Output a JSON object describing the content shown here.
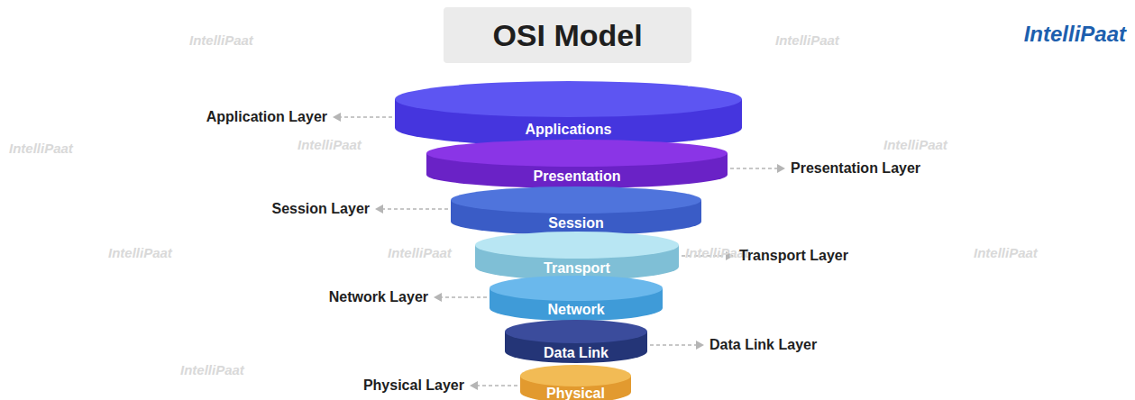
{
  "diagram": {
    "title": "OSI Model",
    "nodes": [
      {
        "text": [
          "Applications",
          "Application Layer"
        ]
      },
      {
        "text": [
          "Presentation",
          "Presentation Layer"
        ]
      },
      {
        "text": [
          "Session",
          "Session Layer"
        ]
      },
      {
        "text": [
          "Transport",
          "Transport Layer"
        ]
      },
      {
        "text": [
          "Network",
          "Network Layer"
        ]
      },
      {
        "text": [
          "Data Link",
          "Data Link Layer"
        ]
      },
      {
        "text": [
          "Physical",
          "Physical Layer"
        ]
      }
    ],
    "labels": [
      "IntelliPaat",
      "IntelliPaat",
      "IntelliPaat",
      "IntelliPaat",
      "IntelliPaat",
      "IntelliPaat",
      "IntelliPaat",
      "IntelliPaat",
      "IntelliPaat",
      "IntelliPaat",
      "IntelliPaat"
    ]
  }
}
